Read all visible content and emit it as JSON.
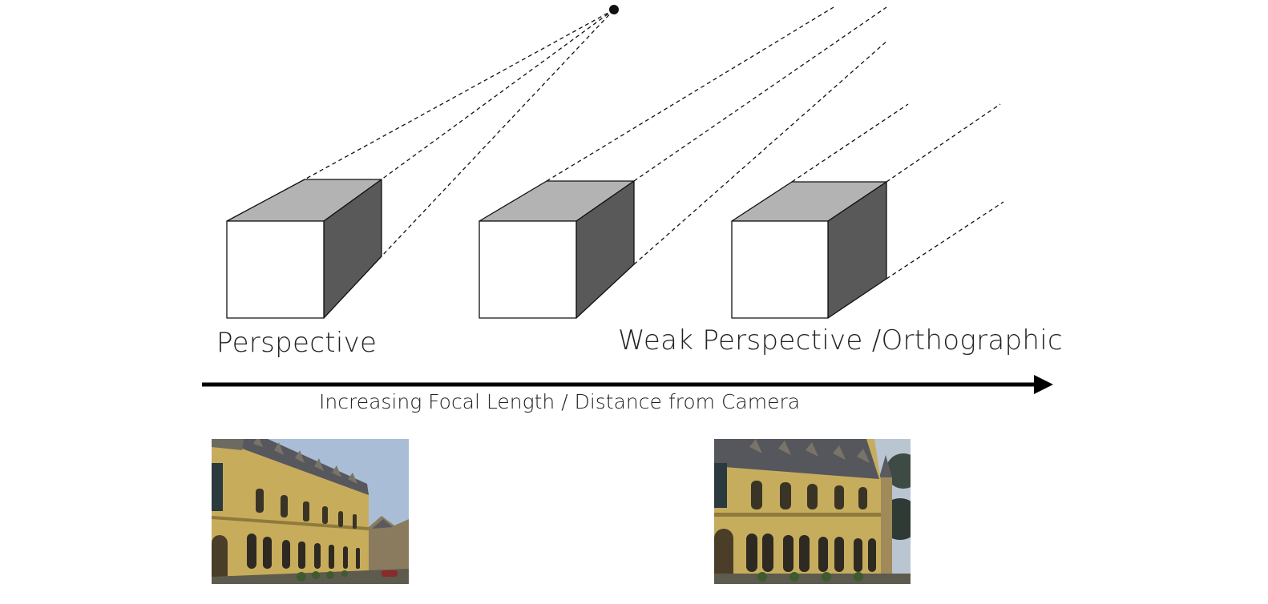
{
  "labels": {
    "perspective": "Perspective",
    "weak_perspective": "Weak Perspective /Orthographic",
    "axis": "Increasing Focal Length / Distance from Camera"
  },
  "colors": {
    "cube_front": "#ffffff",
    "cube_top": "#b3b3b3",
    "cube_side": "#595959",
    "stroke": "#111111",
    "sky": "#a9bed6",
    "stone": "#c7ac5c",
    "roof": "#56585e"
  },
  "photos": [
    {
      "name": "museum-photo-wide"
    },
    {
      "name": "museum-photo-zoomed"
    }
  ]
}
